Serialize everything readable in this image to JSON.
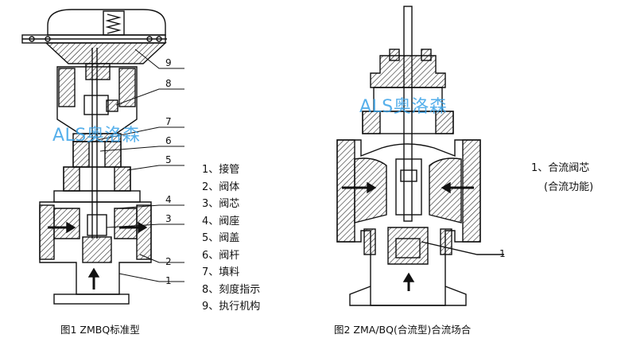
{
  "watermark": "ALS奥洛森",
  "figure1": {
    "caption": "图1 ZMBQ标准型",
    "callouts": [
      "9",
      "8",
      "7",
      "6",
      "5",
      "4",
      "3",
      "2",
      "1"
    ]
  },
  "figure2": {
    "caption": "图2   ZMA/BQ(合流型)合流场合",
    "callouts": [
      "1"
    ]
  },
  "parts_list": [
    "1、接管",
    "2、阀体",
    "3、阀芯",
    "4、阀座",
    "5、阀盖",
    "6、阀杆",
    "7、填料",
    "8、刻度指示",
    "9、执行机构"
  ],
  "figure2_parts": {
    "line1": "1、合流阀芯",
    "line2": "(合流功能)"
  },
  "colors": {
    "line": "#111111",
    "hatch": "#222222",
    "watermark": "#3aa3e8"
  }
}
